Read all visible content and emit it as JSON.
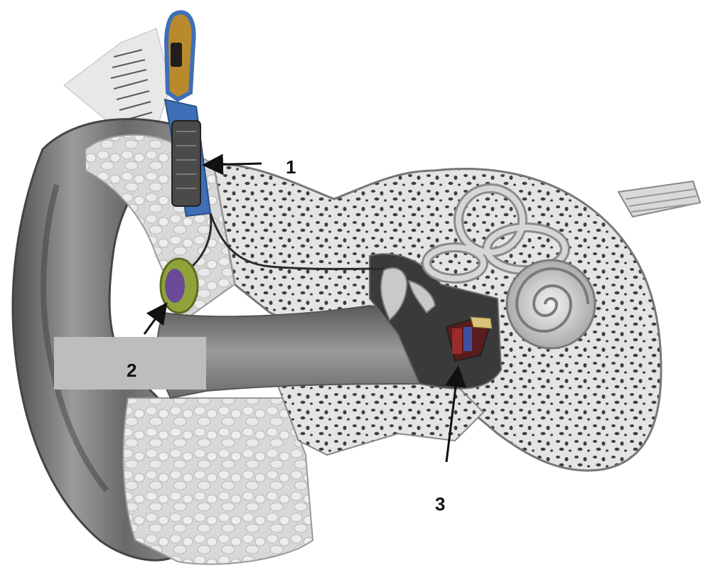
{
  "diagram": {
    "callouts": [
      {
        "id": "1",
        "text": "1"
      },
      {
        "id": "2",
        "text": "2"
      },
      {
        "id": "3",
        "text": "3"
      }
    ]
  },
  "colors": {
    "background": "#ffffff",
    "skin_dark": "#5f5f5f",
    "skin_mid": "#8f8f8f",
    "skin_light": "#c9c9c9",
    "bone": "#e6e6e6",
    "bone_pore": "#4a4a4a",
    "cavity": "#3a3a3a",
    "canal": "#7a7a7a",
    "implant_blue": "#3f6fb7",
    "implant_gold": "#b98a2d",
    "transducer_green": "#8fa33a",
    "transducer_purple": "#6b4b97",
    "actuator_red": "#9a2b2b",
    "arrow": "#111111",
    "label_box": "#bdbdbd"
  }
}
